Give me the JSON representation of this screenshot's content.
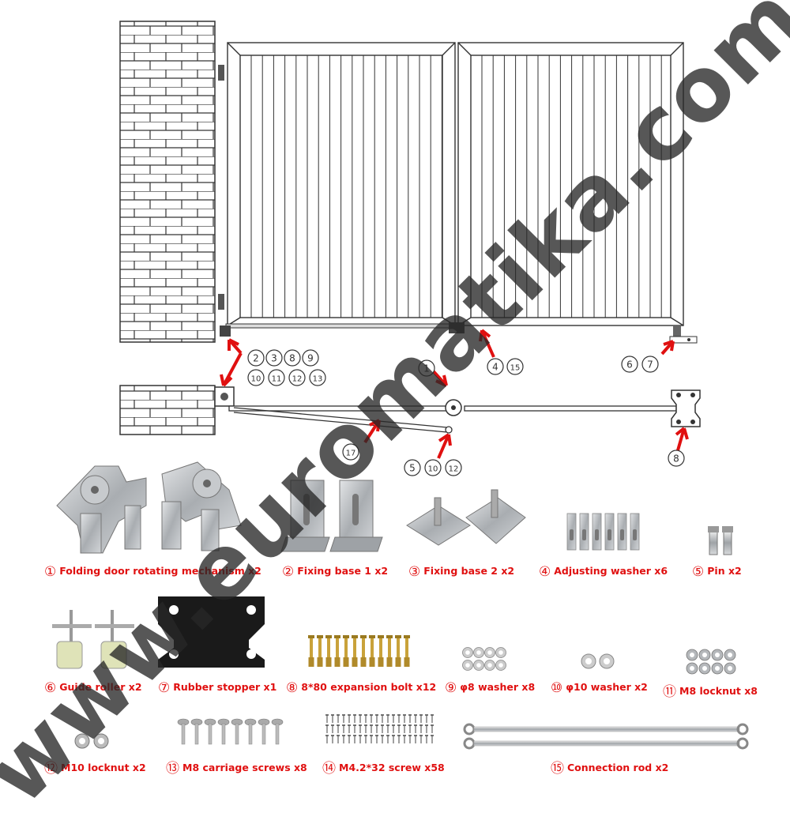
{
  "diagram": {
    "callout_group_top": [
      "2",
      "3",
      "8",
      "9",
      "10",
      "11",
      "12",
      "13"
    ],
    "callout_rod": [
      "4",
      "15"
    ],
    "callout_roller": [
      "6",
      "7"
    ],
    "callout_mech": "1",
    "callout_bolt": "8",
    "callout_long_rod": "17",
    "callout_pin_group": [
      "5",
      "10",
      "12"
    ]
  },
  "parts": [
    {
      "num": "①",
      "label": "Folding door rotating mechanism x2"
    },
    {
      "num": "②",
      "label": "Fixing base 1 x2"
    },
    {
      "num": "③",
      "label": "Fixing base 2 x2"
    },
    {
      "num": "④",
      "label": "Adjusting washer x6"
    },
    {
      "num": "⑤",
      "label": "Pin x2"
    },
    {
      "num": "⑥",
      "label": "Guide roller x2"
    },
    {
      "num": "⑦",
      "label": "Rubber stopper x1"
    },
    {
      "num": "⑧",
      "label": "8*80 expansion bolt x12"
    },
    {
      "num": "⑨",
      "label": "φ8 washer x8"
    },
    {
      "num": "⑩",
      "label": "φ10 washer x2"
    },
    {
      "num": "⑪",
      "label": "M8 locknut x8"
    },
    {
      "num": "⑫",
      "label": "M10 locknut x2"
    },
    {
      "num": "⑬",
      "label": "M8 carriage screws x8"
    },
    {
      "num": "⑭",
      "label": "M4.2*32 screw x58"
    },
    {
      "num": "⑮",
      "label": "Connection rod x2"
    }
  ],
  "watermark": "www.euromatika.com",
  "colors": {
    "accent": "#e01010",
    "line": "#333333",
    "metal": "#b8bcbf",
    "rubber": "#1a1a1a",
    "nylon": "#dfe3b8"
  }
}
